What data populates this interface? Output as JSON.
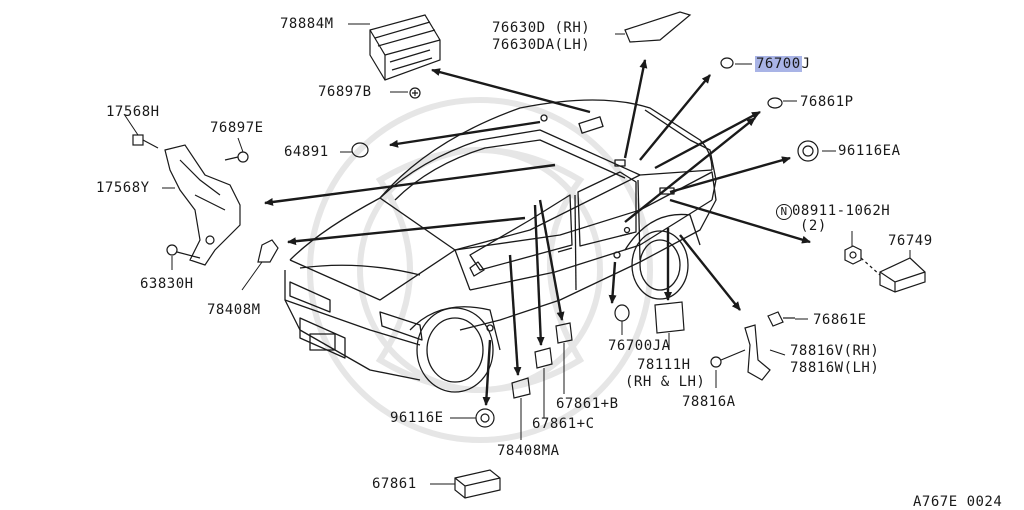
{
  "diagram": {
    "labels": {
      "p78884M": "78884M",
      "p76897B": "76897B",
      "p76630D": "76630D (RH)",
      "p76630DA": "76630DA(LH)",
      "p76700J_a": "76700",
      "p76700J_b": "J",
      "p76861P": "76861P",
      "p17568H": "17568H",
      "p76897E": "76897E",
      "p64891": "64891",
      "p96116EA": "96116EA",
      "p17568Y": "17568Y",
      "p08911_n": "N",
      "p08911": "08911-1062H",
      "p08911_q": "(2)",
      "p76749": "76749",
      "p63830H": "63830H",
      "p78408M": "78408M",
      "p76861E": "76861E",
      "p76700JA": "76700JA",
      "p78816V": "78816V(RH)",
      "p78816W": "78816W(LH)",
      "p78111H": "78111H",
      "p78111H_q": "(RH & LH)",
      "p78816A": "78816A",
      "p67861B": "67861+B",
      "p67861C": "67861+C",
      "p96116E": "96116E",
      "p78408MA": "78408MA",
      "p67861": "67861",
      "code": "A767E 0024"
    },
    "colors": {
      "line": "#1a1a1a",
      "highlight": "#a9b4e6",
      "watermark": "#e6e6e6"
    }
  }
}
